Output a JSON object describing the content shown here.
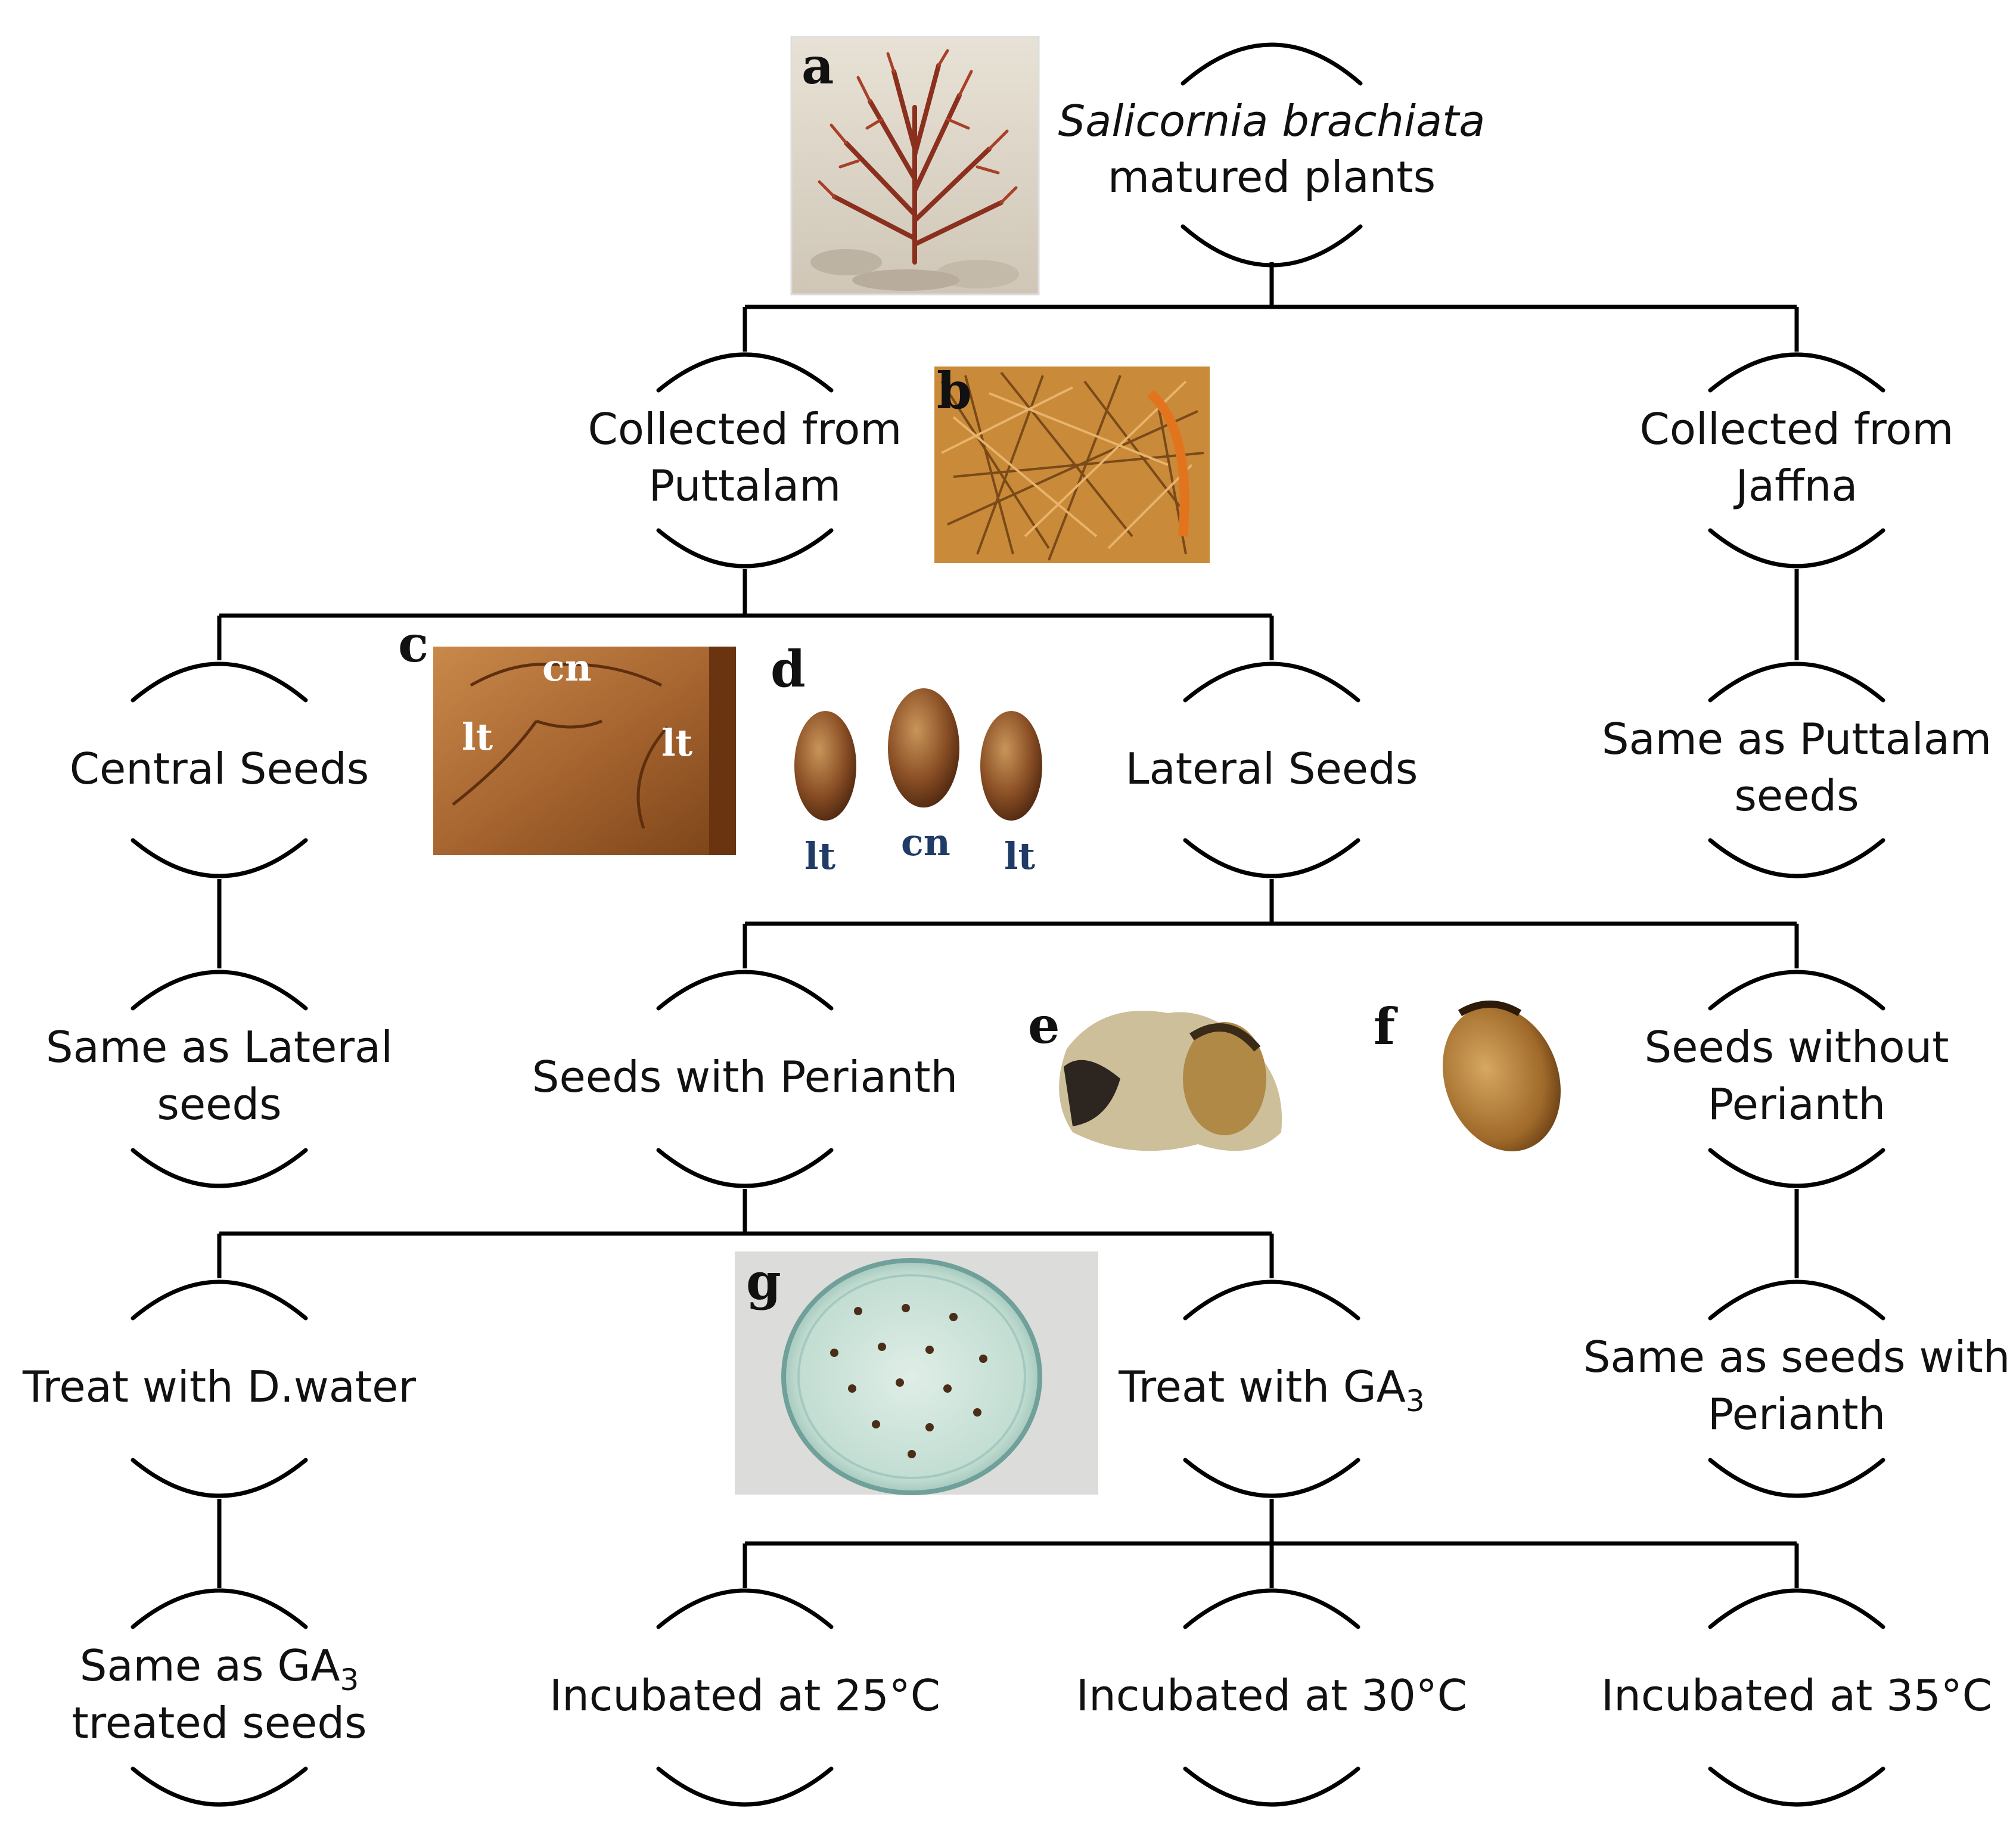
{
  "nodes": {
    "root": {
      "line1": "Salicornia brachiata",
      "line2": "matured plants"
    },
    "puttalam": {
      "line1": "Collected from",
      "line2": "Puttalam"
    },
    "jaffna": {
      "line1": "Collected from",
      "line2": "Jaffna"
    },
    "central": {
      "line1": "Central Seeds"
    },
    "lateral": {
      "line1": "Lateral Seeds"
    },
    "same_puttalam": {
      "line1": "Same as Puttalam",
      "line2": "seeds"
    },
    "same_lateral": {
      "line1": "Same as Lateral",
      "line2": "seeds"
    },
    "with_perianth": {
      "line1": "Seeds with Perianth"
    },
    "without_perianth": {
      "line1": "Seeds without",
      "line2": "Perianth"
    },
    "dwater": {
      "line1": "Treat with D.water"
    },
    "ga3": {
      "line1": "Treat with GA",
      "sub": "3"
    },
    "same_with_perianth": {
      "line1": "Same as seeds with",
      "line2": "Perianth"
    },
    "same_ga3": {
      "line1a": "Same as GA",
      "sub": "3",
      "line2": "treated seeds"
    },
    "inc25": {
      "line1": "Incubated at 25°C"
    },
    "inc30": {
      "line1": "Incubated at 30°C"
    },
    "inc35": {
      "line1": "Incubated at 35°C"
    }
  },
  "photos": {
    "a": {
      "letter": "a"
    },
    "b": {
      "letter": "b"
    },
    "c": {
      "letter": "c",
      "tag_cn": "cn",
      "tag_lt1": "lt",
      "tag_lt2": "lt"
    },
    "d": {
      "letter": "d",
      "tag_lt1": "lt",
      "tag_cn": "cn",
      "tag_lt2": "lt"
    },
    "e": {
      "letter": "e"
    },
    "f": {
      "letter": "f"
    },
    "g": {
      "letter": "g"
    }
  },
  "colors": {
    "tag_blue": "#1f3b66",
    "line": "#000000"
  }
}
